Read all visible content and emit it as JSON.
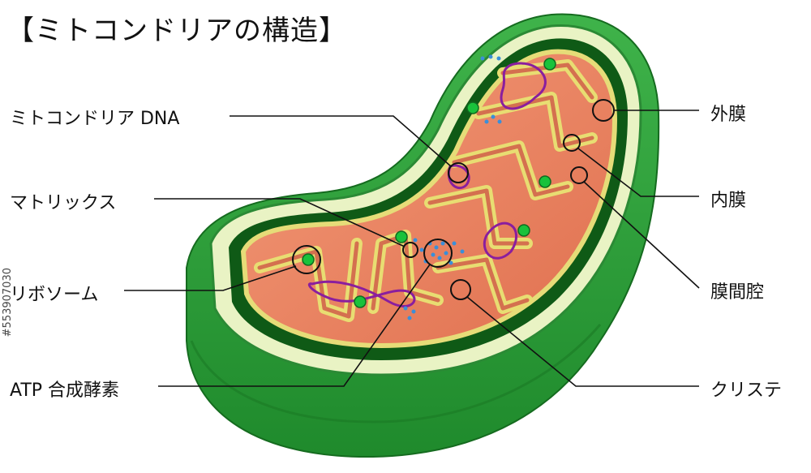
{
  "title": "【ミトコンドリアの構造】",
  "labels": {
    "mtdna": "ミトコンドリア DNA",
    "matrix": "マトリックス",
    "ribosome": "リボソーム",
    "atp": "ATP 合成酵素",
    "outer": "外膜",
    "inner": "内膜",
    "intermembrane": "膜間腔",
    "cristae": "クリステ"
  },
  "watermark": "#553907030",
  "colors": {
    "outer_green": "#2f9e3a",
    "dark_green": "#0f5a16",
    "membrane_pale": "#e8f2c0",
    "inner_yellow": "#e9e07a",
    "matrix_salmon": "#f08a68",
    "dna_purple": "#8a1e9e",
    "ribosome_green": "#19c23b",
    "enzyme_blue": "#3a8fd9"
  }
}
